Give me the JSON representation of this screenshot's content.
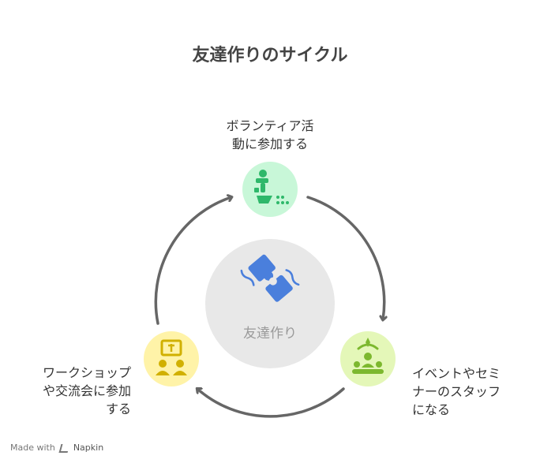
{
  "title": "友達作りのサイクル",
  "center": {
    "label": "友達作り",
    "icon": "puzzle-icon"
  },
  "nodes": [
    {
      "id": "volunteer",
      "lines": [
        "ボランティア活",
        "動に参加する"
      ],
      "icon": "volunteer-icon",
      "color": "#c8f7d8",
      "icon_color": "#2eb86a"
    },
    {
      "id": "staff",
      "lines": [
        "イベントやセミ",
        "ナーのスタッフ",
        "になる"
      ],
      "icon": "team-leader-icon",
      "color": "#e4f7b8",
      "icon_color": "#7cb82e"
    },
    {
      "id": "workshop",
      "lines": [
        "ワークショップ",
        "や交流会に参加",
        "する"
      ],
      "icon": "presentation-icon",
      "color": "#fff3a8",
      "icon_color": "#d1b000"
    }
  ],
  "colors": {
    "arrow": "#666666",
    "center_circle": "#e8e8e8",
    "puzzle": "#4a7fdc"
  },
  "footer": {
    "made_with": "Made with",
    "brand": "Napkin"
  }
}
